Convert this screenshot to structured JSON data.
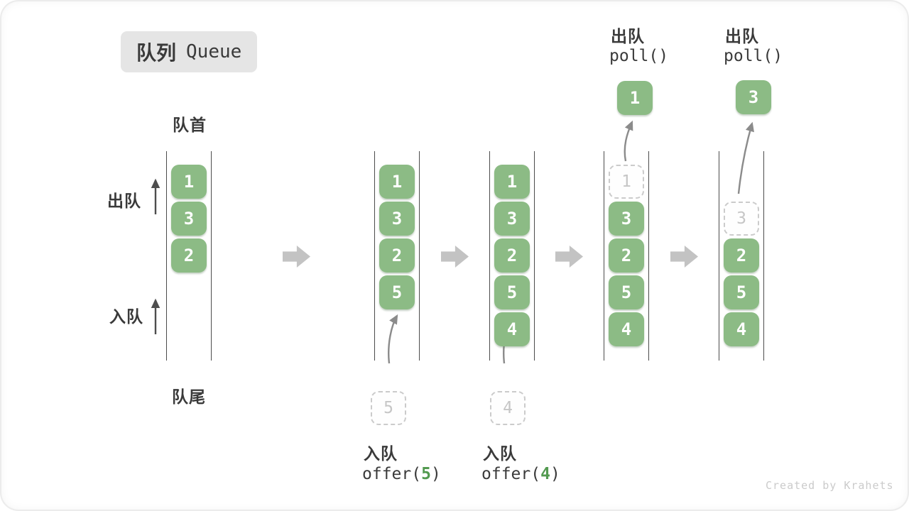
{
  "title": {
    "zh": "队列",
    "en": "Queue"
  },
  "labels": {
    "front": "队首",
    "rear": "队尾",
    "dequeue_side": "出队",
    "enqueue_side": "入队"
  },
  "queues": {
    "q1": {
      "boxes": [
        "1",
        "3",
        "2"
      ]
    },
    "q2": {
      "boxes": [
        "1",
        "3",
        "2",
        "5"
      ],
      "inserted": "5"
    },
    "q3": {
      "boxes": [
        "1",
        "3",
        "2",
        "5",
        "4"
      ],
      "inserted": "4"
    },
    "q4": {
      "removed_ghost": "1",
      "boxes": [
        "3",
        "2",
        "5",
        "4"
      ],
      "polled": "1"
    },
    "q5": {
      "removed_ghost": "3",
      "boxes": [
        "2",
        "5",
        "4"
      ],
      "polled": "3"
    }
  },
  "ops": {
    "offer5": {
      "label": "入队",
      "fn_open": "offer(",
      "arg": "5",
      "fn_close": ")"
    },
    "offer4": {
      "label": "入队",
      "fn_open": "offer(",
      "arg": "4",
      "fn_close": ")"
    },
    "poll1": {
      "label": "出队",
      "fn": "poll()"
    },
    "poll2": {
      "label": "出队",
      "fn": "poll()"
    }
  },
  "colors": {
    "element_green": "#8cbb85",
    "code_green": "#539a50",
    "block_arrow_gray": "#c3c3c3",
    "line_dark": "#4c4c4c",
    "curve_arrow_gray": "#8b8b8b",
    "ghost_gray": "#cbcbcb",
    "title_bg": "#e5e5e5"
  },
  "watermark": "Created by Krahets"
}
